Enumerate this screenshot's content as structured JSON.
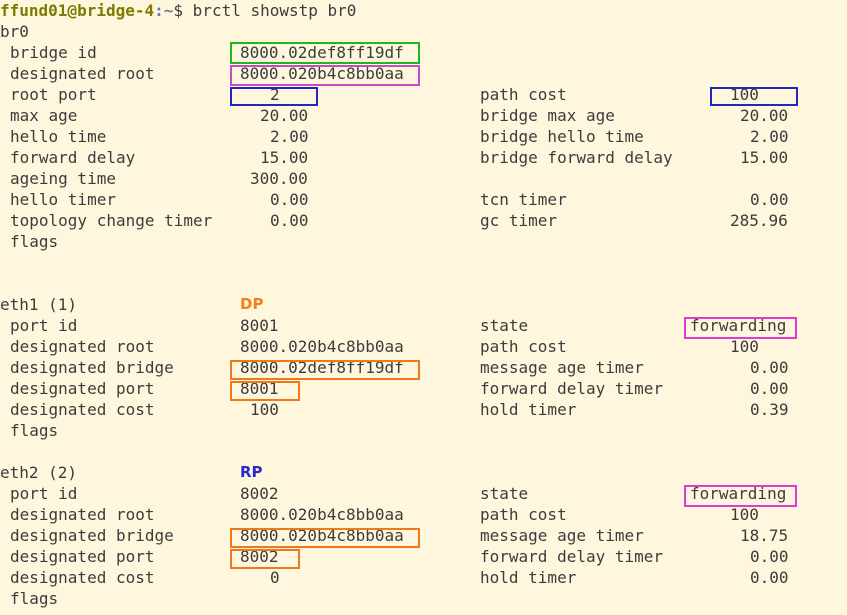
{
  "prompt": {
    "user_host": "ffund01@bridge-4",
    "path": ":~",
    "symbol": "$",
    "command": "brctl showstp br0"
  },
  "bridge": {
    "name": "br0",
    "labels": {
      "bridge_id": "bridge id",
      "designated_root": "designated root",
      "root_port": "root port",
      "path_cost": "path cost",
      "max_age": "max age",
      "bridge_max_age": "bridge max age",
      "hello_time": "hello time",
      "bridge_hello_time": "bridge hello time",
      "forward_delay": "forward delay",
      "bridge_forward_delay": "bridge forward delay",
      "ageing_time": "ageing time",
      "hello_timer": "hello timer",
      "tcn_timer": "tcn timer",
      "topology_change_timer": "topology change timer",
      "gc_timer": "gc timer",
      "flags": "flags"
    },
    "values": {
      "bridge_id": "8000.02def8ff19df",
      "designated_root": "8000.020b4c8bb0aa",
      "root_port": "2",
      "path_cost": "100",
      "max_age": "20.00",
      "bridge_max_age": "20.00",
      "hello_time": "2.00",
      "bridge_hello_time": "2.00",
      "forward_delay": "15.00",
      "bridge_forward_delay": "15.00",
      "ageing_time": "300.00",
      "hello_timer": "0.00",
      "tcn_timer": "0.00",
      "topology_change_timer": "0.00",
      "gc_timer": "285.96"
    }
  },
  "port_labels": {
    "port_id": "port id",
    "state": "state",
    "designated_root": "designated root",
    "path_cost": "path cost",
    "designated_bridge": "designated bridge",
    "message_age_timer": "message age timer",
    "designated_port": "designated port",
    "forward_delay_timer": "forward delay timer",
    "designated_cost": "designated cost",
    "hold_timer": "hold timer",
    "flags": "flags"
  },
  "ports": [
    {
      "header": "eth1 (1)",
      "role": "DP",
      "port_id": "8001",
      "state": "forwarding",
      "designated_root": "8000.020b4c8bb0aa",
      "path_cost": "100",
      "designated_bridge": "8000.02def8ff19df",
      "message_age_timer": "0.00",
      "designated_port": "8001",
      "forward_delay_timer": "0.00",
      "designated_cost": "100",
      "hold_timer": "0.39"
    },
    {
      "header": "eth2 (2)",
      "role": "RP",
      "port_id": "8002",
      "state": "forwarding",
      "designated_root": "8000.020b4c8bb0aa",
      "path_cost": "100",
      "designated_bridge": "8000.020b4c8bb0aa",
      "message_age_timer": "18.75",
      "designated_port": "8002",
      "forward_delay_timer": "0.00",
      "designated_cost": "0",
      "hold_timer": "0.00"
    }
  ],
  "colors": {
    "background": "#fff7dd",
    "prompt_user": "#7e7a00",
    "dp_tag": "#f07f1d",
    "rp_tag": "#2a2ac8",
    "box_green": "#21b521",
    "box_purple": "#c64bc6",
    "box_blue": "#2525c0",
    "box_orange": "#ef7a1a",
    "box_pink": "#e13ad0"
  }
}
